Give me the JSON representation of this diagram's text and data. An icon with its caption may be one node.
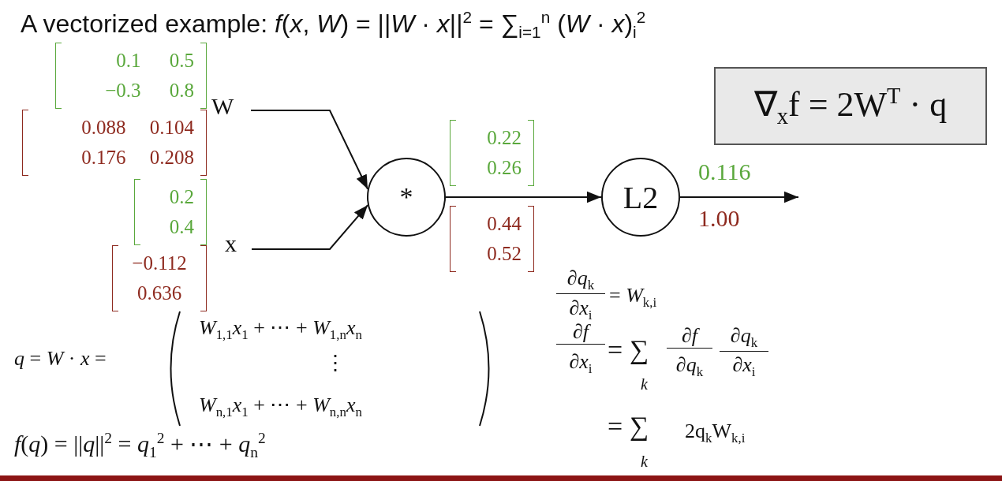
{
  "diagram": {
    "title": "A vectorized example: *f*(*x*, *W*) = ||*W* · *x*||$^{2}$ = ∑$_{i=1}$$^{n}$ (*W* · *x*)$_{i}$$^{2}$",
    "nodes": [
      {
        "text": [
          "W"
        ]
      },
      {
        "text": [
          "x"
        ]
      },
      {
        "text": [
          "*"
        ]
      },
      {
        "text": [
          "L2"
        ]
      },
      {
        "text": [
          "∇$_{x}$f = 2W$^{T}$ · q"
        ]
      }
    ],
    "edges": [
      {
        "from": 0,
        "to": 2,
        "arrow": "to"
      },
      {
        "from": 1,
        "to": 2,
        "arrow": "to"
      },
      {
        "from": 2,
        "to": 3,
        "arrow": "to"
      },
      {
        "from": 3,
        "to": null,
        "arrow": "to"
      }
    ],
    "labels": [
      "0.1 0.5 −0.3 0.8",
      "0.088 0.104 0.176 0.208",
      "0.22 0.26",
      "0.116",
      "0.2 0.4",
      "0.44 0.52",
      "1.00",
      "−0.112 0.636",
      "∂*q*$_{k}$",
      "∂*x*$_{i}$",
      "= *W*$_{k,i}$",
      "*W*$_{1,1}$*x*$_{1}$ + ⋯ + *W*$_{1,n}$*x*$_{n}$",
      "∂*f*",
      "∂*f*",
      "∂*q*$_{k}$",
      "*q* = *W* · *x* =",
      "⋮",
      "∂*x*$_{i}$",
      "= ∑",
      "∂*q*$_{k}$",
      "∂*x*$_{i}$",
      "*k*",
      "*W*$_{n,1}$*x*$_{1}$ + ⋯ + *W*$_{n,n}$*x*$_{n}$",
      "= ∑",
      "2q$_{k}$W$_{k,i}$",
      "*f*(*q*) = ||*q*||$^{2}$ = *q*$_{1}$$^{2}$ + ⋯ + *q*$_{n}$$^{2}$",
      "*k*"
    ]
  }
}
